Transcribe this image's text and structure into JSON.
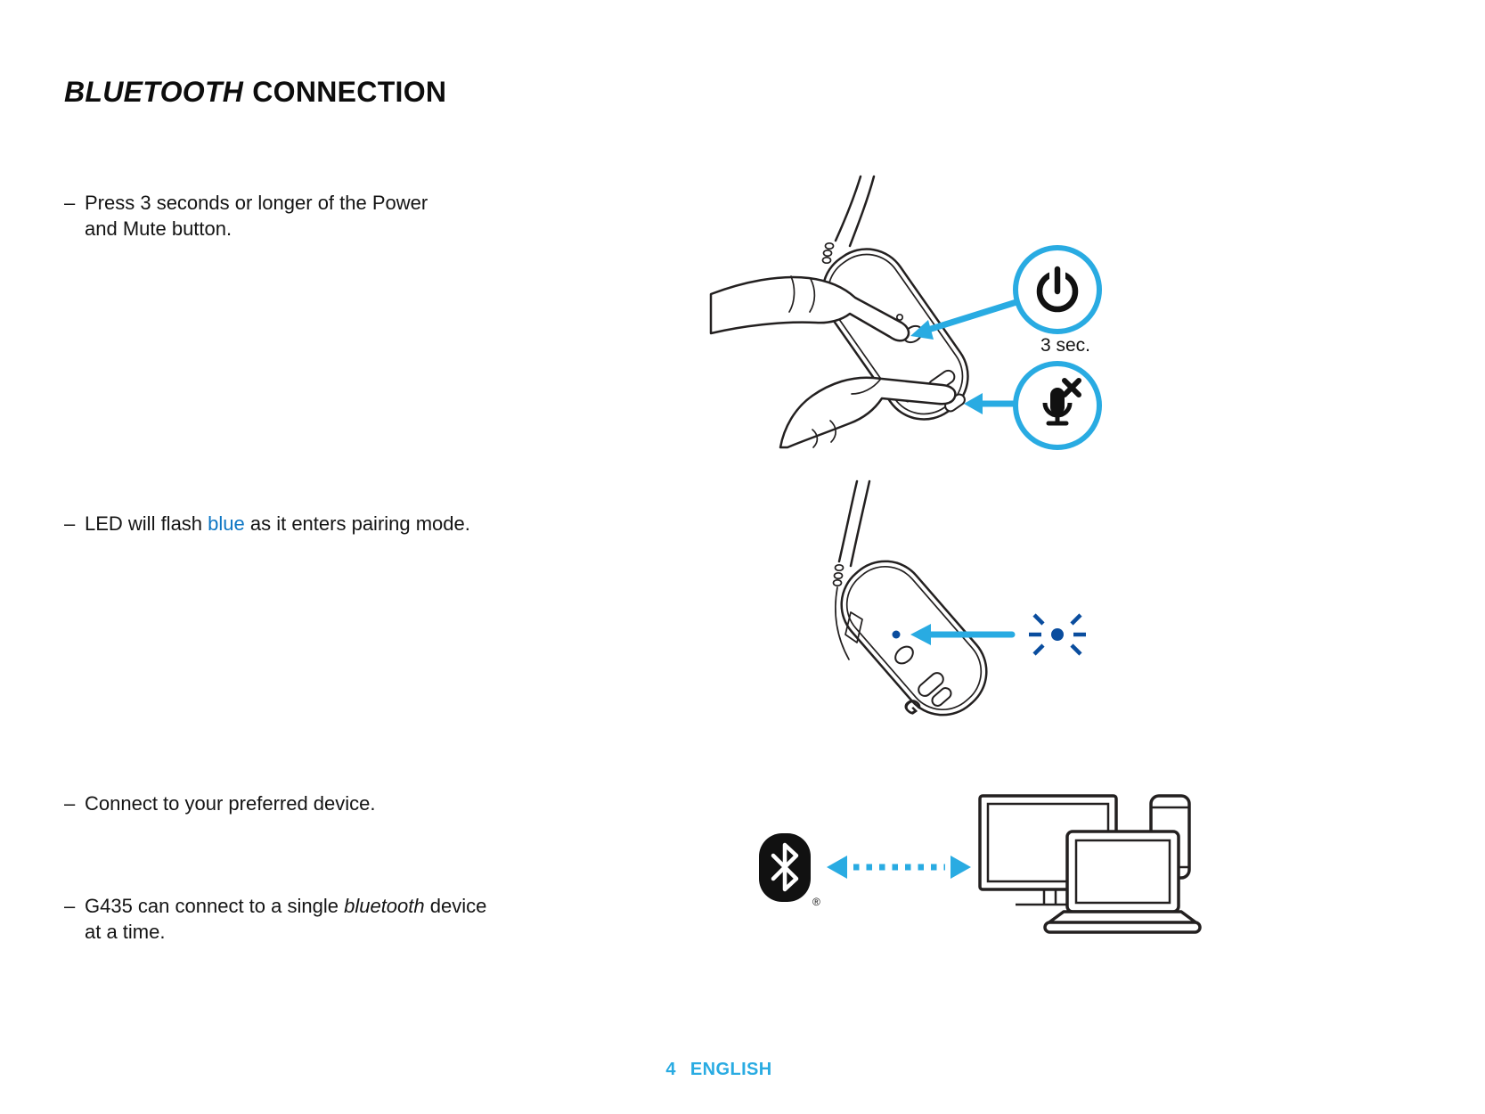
{
  "page_title": {
    "italic_part": "BLUETOOTH",
    "regular_part": "CONNECTION"
  },
  "bullets": [
    {
      "dash": "–",
      "segments": [
        {
          "text": "Press 3 seconds or longer of the Power\nand Mute button.",
          "style": "normal"
        }
      ]
    },
    {
      "dash": "–",
      "segments": [
        {
          "text": "LED will flash ",
          "style": "normal"
        },
        {
          "text": "blue",
          "style": "blue"
        },
        {
          "text": " as it enters pairing mode.",
          "style": "normal"
        }
      ]
    },
    {
      "dash": "–",
      "segments": [
        {
          "text": "Connect to your preferred device.",
          "style": "normal"
        }
      ]
    },
    {
      "dash": "–",
      "segments": [
        {
          "text": "G435 can connect to a single ",
          "style": "normal"
        },
        {
          "text": "bluetooth",
          "style": "italic"
        },
        {
          "text": " device\nat a time.",
          "style": "normal"
        }
      ]
    }
  ],
  "illustrations": {
    "press_buttons": {
      "duration_label": "3 sec.",
      "icons": [
        "power-icon",
        "mic-mute-icon"
      ]
    },
    "pairing_led": {
      "led_color": "blue"
    },
    "connect_devices": {
      "registered_mark": "®",
      "devices": [
        "monitor",
        "laptop",
        "smartphone"
      ]
    }
  },
  "footer": {
    "page_number": "4",
    "language": "ENGLISH"
  },
  "colors": {
    "accent_blue": "#29ABE2",
    "link_blue": "#0D76C4",
    "led_navy": "#0A4D9E",
    "line_art": "#232020",
    "text": "#141414"
  }
}
